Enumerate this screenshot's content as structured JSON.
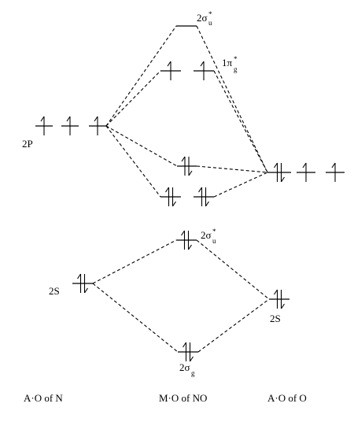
{
  "orbital_labels": {
    "n_2p": "2P",
    "n_2s": "2S",
    "o_2s": "2S",
    "sigma_u_star_2p": {
      "main": "2σ",
      "sub": "u",
      "sup": "*"
    },
    "pi_g_star": {
      "main": "1π",
      "sub": "g",
      "sup": "*"
    },
    "sigma_u_star_2s": {
      "main": "2σ",
      "sub": "u",
      "sup": "*"
    },
    "sigma_g_2s": {
      "main": "2σ",
      "sub": "g"
    }
  },
  "captions": {
    "left": "A·O of N",
    "middle": "M·O of NO",
    "right": "A·O of O"
  },
  "occupancy": {
    "n_2p": [
      1,
      1,
      1
    ],
    "o_2p": [
      2,
      1,
      1
    ],
    "n_2s": [
      2
    ],
    "o_2s": [
      2
    ],
    "mo_sigma_u_star_2p": [
      0
    ],
    "mo_pi_g_star": [
      1,
      1
    ],
    "mo_sigma_g_2p": [
      2
    ],
    "mo_pi_u_2p": [
      2,
      2
    ],
    "mo_sigma_u_star_2s": [
      2
    ],
    "mo_sigma_g_2s": [
      2
    ]
  }
}
